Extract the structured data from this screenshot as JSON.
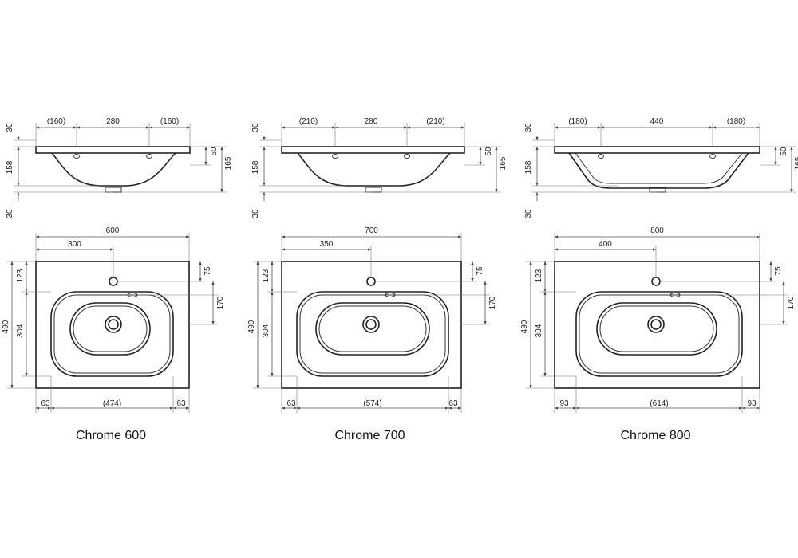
{
  "models": [
    {
      "name": "Chrome 600",
      "section": {
        "left": "(160)",
        "center": "280",
        "right": "(160)",
        "rim_top": "30",
        "bowl_depth": "158",
        "drain": "30",
        "rim_height": "50",
        "total_height": "165"
      },
      "plan": {
        "width": "600",
        "tap_offset": "300",
        "tap_setback": "75",
        "top_margin": "123",
        "depth": "490",
        "bowl_depth": "304",
        "overflow": "170",
        "side_left": "63",
        "bowl_width": "(474)",
        "side_right": "63"
      }
    },
    {
      "name": "Chrome 700",
      "section": {
        "left": "(210)",
        "center": "280",
        "right": "(210)",
        "rim_top": "30",
        "bowl_depth": "158",
        "drain": "30",
        "rim_height": "50",
        "total_height": "165"
      },
      "plan": {
        "width": "700",
        "tap_offset": "350",
        "tap_setback": "75",
        "top_margin": "123",
        "depth": "490",
        "bowl_depth": "304",
        "overflow": "170",
        "side_left": "63",
        "bowl_width": "(574)",
        "side_right": "63"
      }
    },
    {
      "name": "Chrome 800",
      "section": {
        "left": "(180)",
        "center": "440",
        "right": "(180)",
        "rim_top": "30",
        "bowl_depth": "158",
        "drain": "30",
        "rim_height": "50",
        "total_height": "165"
      },
      "plan": {
        "width": "800",
        "tap_offset": "400",
        "tap_setback": "75",
        "top_margin": "123",
        "depth": "490",
        "bowl_depth": "304",
        "overflow": "170",
        "side_left": "93",
        "bowl_width": "(614)",
        "side_right": "93"
      }
    }
  ]
}
